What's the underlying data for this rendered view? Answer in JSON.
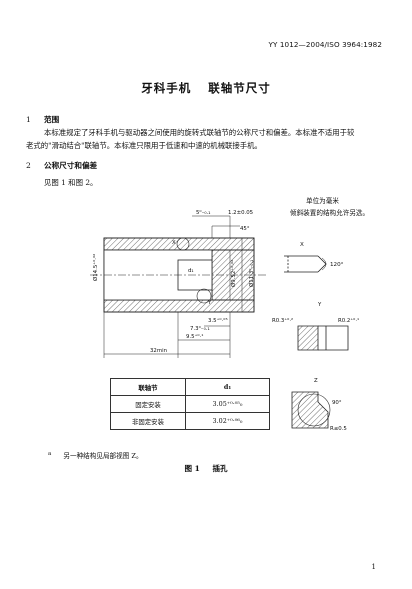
{
  "header": {
    "standard_id": "YY 1012—2004/ISO 3964:1982"
  },
  "title": {
    "part1": "牙科手机",
    "part2": "联轴节尺寸"
  },
  "sections": [
    {
      "number": "1",
      "heading": "范围",
      "lines": [
        "本标准规定了牙科手机与驱动器之间使用的旋转式联轴节的公称尺寸和偏差。本标准不适用于较",
        "老式的\"滑动结合\"联轴节。本标准只限用于低速和中速的机械联接手机。"
      ]
    },
    {
      "number": "2",
      "heading": "公称尺寸和偏差",
      "lines": [
        "见图 1 和图 2。"
      ]
    }
  ],
  "notes": {
    "unit": "单位为毫米",
    "freedom": "倾斜装置的结构允许另选。"
  },
  "drawing": {
    "dims": {
      "top1": "5⁰₋₀.₁",
      "top2": "1.2±0.05",
      "angle": "45°",
      "d1": "d₁",
      "dia_left": "Ø14.5⁺⁰·⁰²",
      "dia_mid": "Ø9.52⁺⁰·⁰²",
      "dia_right": "Ø11.3⁰₋₀.₁",
      "dim1": "3.5⁺⁰·⁰⁵",
      "dim2": "7.3⁰₋₀.₁",
      "dim3": "9.5⁺⁰·¹",
      "dim4": "32min"
    },
    "labels": {
      "x": "X",
      "y": "Y",
      "z": "Z"
    }
  },
  "details": {
    "x": {
      "label": "X",
      "angle": "120°"
    },
    "y": {
      "label": "Y",
      "r_left": "R0.3⁺⁰·²",
      "r_right": "R0.2⁺⁰·¹"
    },
    "z": {
      "label": "Z",
      "angle": "90°",
      "r": "R≤0.5"
    }
  },
  "table": {
    "headers": [
      "联轴节",
      "d₁"
    ],
    "rows": [
      [
        "固定安装",
        "3.05⁺⁰·⁰⁵₀"
      ],
      [
        "非固定安装",
        "3.02⁺⁰·⁰⁶₀"
      ]
    ]
  },
  "footnote": {
    "marker": "a",
    "text": "另一种结构见局部视图 Z。"
  },
  "figure_caption": {
    "label": "图 1",
    "name": "插孔"
  },
  "page_number": "1"
}
